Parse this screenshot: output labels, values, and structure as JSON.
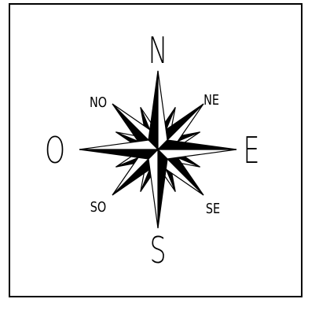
{
  "compass": {
    "labels": {
      "north": "N",
      "south": "S",
      "east": "E",
      "west": "O",
      "northeast": "NE",
      "northwest": "NO",
      "southeast": "SE",
      "southwest": "SO"
    },
    "colors": {
      "ink": "#000000",
      "paper": "#ffffff"
    }
  }
}
